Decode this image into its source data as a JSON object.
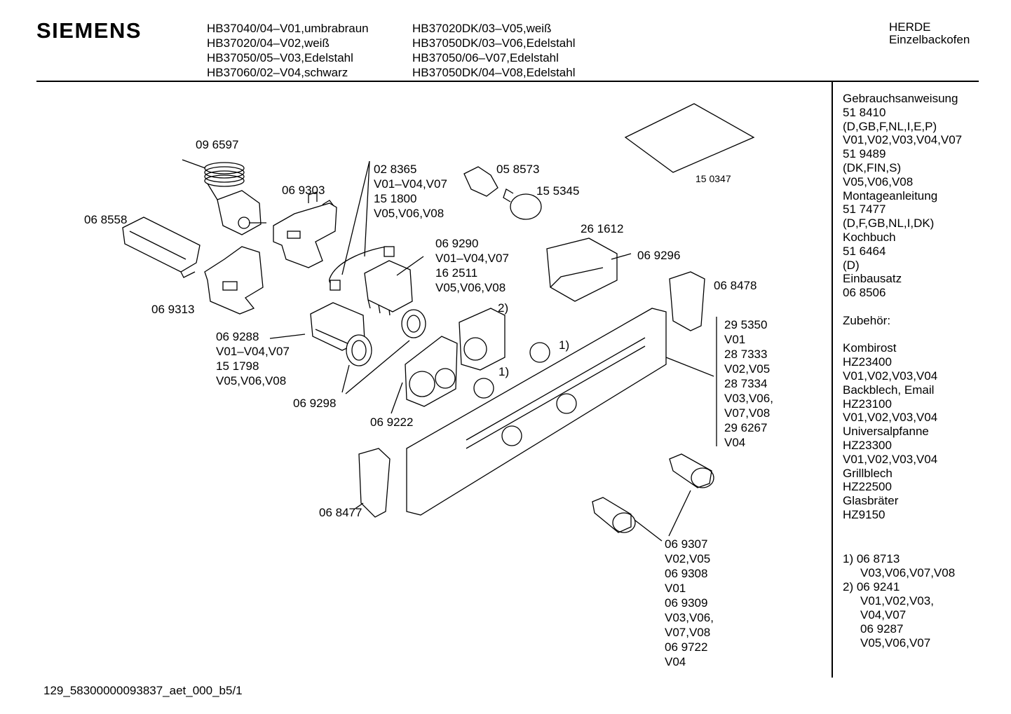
{
  "header": {
    "brand": "SIEMENS",
    "models_col1": [
      "HB37040/04–V01,umbrabraun",
      "HB37020/04–V02,weiß",
      "HB37050/05–V03,Edelstahl",
      "HB37060/02–V04,schwarz"
    ],
    "models_col2": [
      "HB37020DK/03–V05,weiß",
      "HB37050DK/03–V06,Edelstahl",
      "HB37050/06–V07,Edelstahl",
      "HB37050DK/04–V08,Edelstahl"
    ],
    "category_line1": "HERDE",
    "category_line2": "Einzelbackofen"
  },
  "sidebar": {
    "lines": [
      "Gebrauchsanweisung",
      "51 8410",
      "(D,GB,F,NL,I,E,P)",
      "V01,V02,V03,V04,V07",
      "51 9489",
      "(DK,FIN,S)",
      "V05,V06,V08",
      "Montageanleitung",
      "51 7477",
      "(D,F,GB,NL,I,DK)",
      "Kochbuch",
      "51 6464",
      "(D)",
      "Einbausatz",
      "06 8506",
      "",
      "Zubehör:",
      "",
      "Kombirost",
      "HZ23400",
      "V01,V02,V03,V04",
      "Backblech, Email",
      "HZ23100",
      "V01,V02,V03,V04",
      "Universalpfanne",
      "HZ23300",
      "V01,V02,V03,V04",
      "Grillblech",
      "HZ22500",
      "Glasbräter",
      "HZ9150"
    ],
    "notes": [
      {
        "text": "1)  06 8713",
        "indent": false
      },
      {
        "text": "V03,V06,V07,V08",
        "indent": true
      },
      {
        "text": "2)  06 9241",
        "indent": false
      },
      {
        "text": "V01,V02,V03,",
        "indent": true
      },
      {
        "text": "V04,V07",
        "indent": true
      },
      {
        "text": "06 9287",
        "indent": true
      },
      {
        "text": "V05,V06,V07",
        "indent": true
      }
    ]
  },
  "labels": {
    "p096597": "09 6597",
    "p069303": "06 9303",
    "p068558": "06 8558",
    "p069313": "06 9313",
    "p028365": [
      "02 8365",
      "V01–V04,V07",
      "15 1800",
      "V05,V06,V08"
    ],
    "p058573": "05 8573",
    "p155345": "15 5345",
    "p150347": "15 0347",
    "p261612": "26 1612",
    "p069296": "06 9296",
    "p069290": [
      "06 9290",
      "V01–V04,V07",
      "16 2511",
      "V05,V06,V08"
    ],
    "p068478": "06 8478",
    "p069288": [
      "06 9288",
      "V01–V04,V07",
      "15 1798",
      "V05,V06,V08"
    ],
    "p069298": "06 9298",
    "p069222": "06 9222",
    "p295350": [
      "29 5350",
      "V01",
      "28 7333",
      "V02,V05",
      "28 7334",
      "V03,V06,",
      "V07,V08",
      "29 6267",
      "V04"
    ],
    "p068477": "06 8477",
    "p069307": [
      "06 9307",
      "V02,V05",
      "06 9308",
      "V01",
      "06 9309",
      "V03,V06,",
      "V07,V08",
      "06 9722",
      "V04"
    ],
    "note1a": "1)",
    "note1b": "1)",
    "note2": "2)"
  },
  "footer": "129_58300000093837_aet_000_b5/1"
}
